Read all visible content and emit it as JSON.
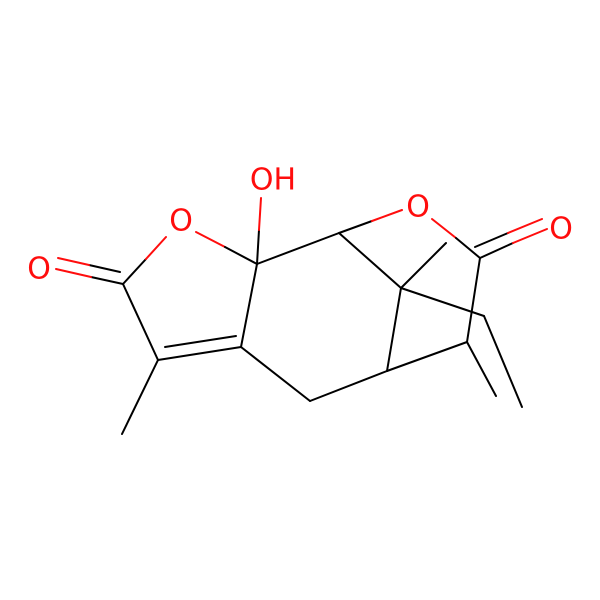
{
  "atom_labels": {
    "hydroxyl": "OH",
    "lactone_o1": "O",
    "lactone_o2": "O",
    "carbonyl_o1": "O",
    "carbonyl_o2": "O"
  },
  "colors": {
    "bond": "#000000",
    "heteroatom": "#ff0d0d",
    "background": "#ffffff"
  }
}
